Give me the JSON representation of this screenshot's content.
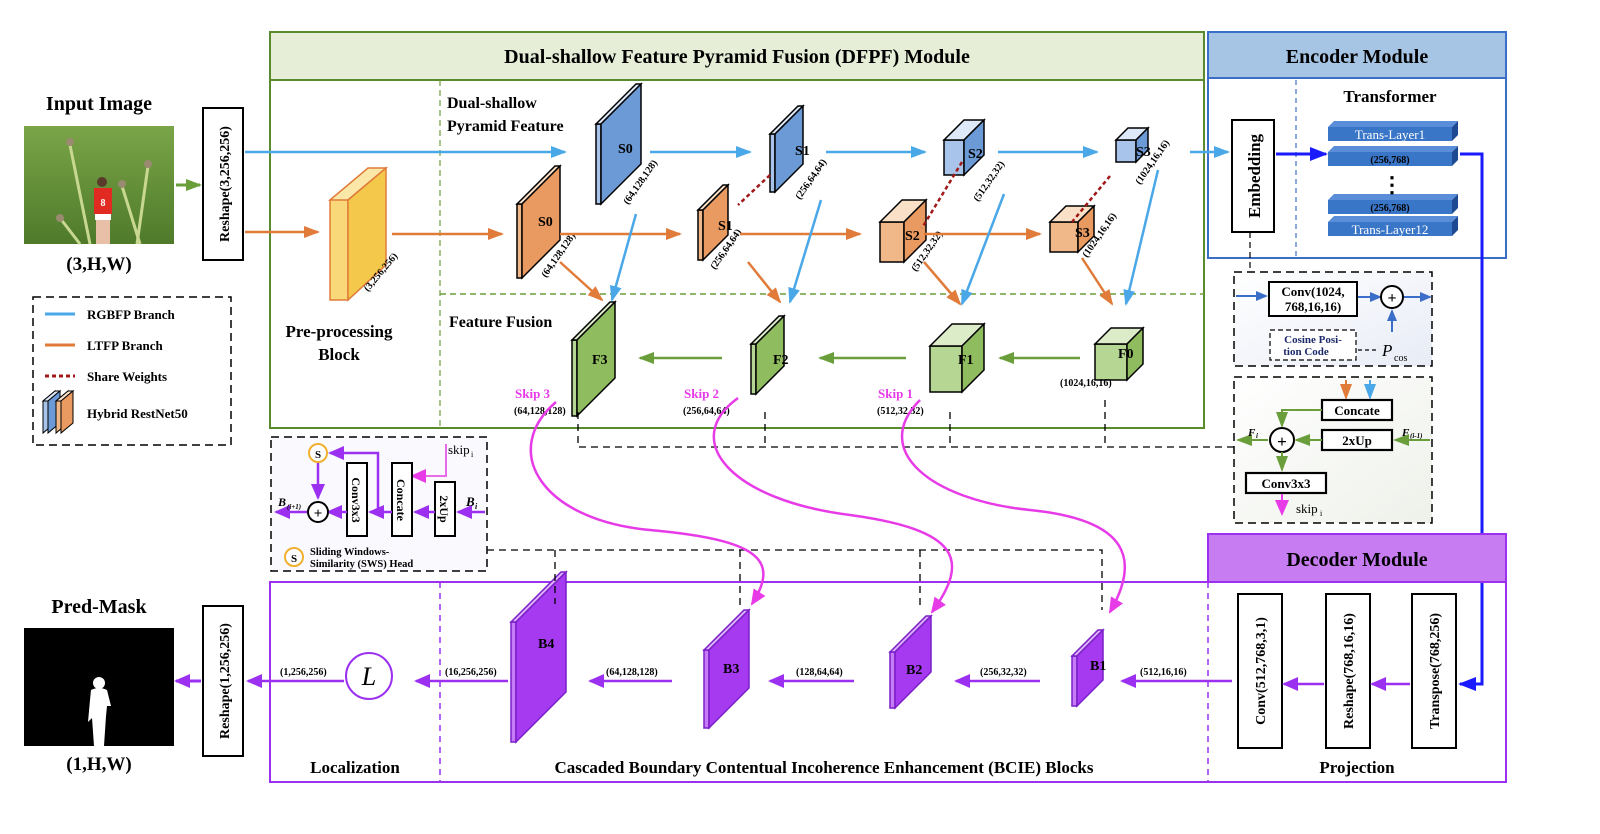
{
  "input": {
    "title": "Input Image",
    "shape": "(3,H,W)",
    "reshape": "Reshape(3,256,256)"
  },
  "output": {
    "title": "Pred-Mask",
    "shape": "(1,H,W)",
    "reshape": "Reshape(1,256,256)"
  },
  "legend": {
    "items": [
      {
        "label": "RGBFP Branch",
        "color": "#4aa8e8"
      },
      {
        "label": "LTFP Branch",
        "color": "#e07b39"
      },
      {
        "label": "Share Weights",
        "color": "#a01818"
      },
      {
        "label": "Hybrid RestNet50"
      }
    ]
  },
  "dfpf": {
    "title": "Dual-shallow Feature Pyramid  Fusion (DFPF) Module",
    "preprocess_label_1": "Pre-processing",
    "preprocess_label_2": "Block",
    "preprocess_dim": "(3,256,256)",
    "pyramid_label_1": "Dual-shallow",
    "pyramid_label_2": "Pyramid Feature",
    "fusion_label": "Feature Fusion",
    "rgb_blocks": [
      {
        "label": "S0",
        "dim": "(64,128,128)"
      },
      {
        "label": "S1",
        "dim": "(256,64,64)"
      },
      {
        "label": "S2",
        "dim": "(512,32,32)"
      },
      {
        "label": "S3",
        "dim": "(1024,16,16)"
      }
    ],
    "lt_blocks": [
      {
        "label": "S0",
        "dim": "(64,128,128)"
      },
      {
        "label": "S1",
        "dim": "(256,64,64)"
      },
      {
        "label": "S2",
        "dim": "(512,32,32)"
      },
      {
        "label": "S3",
        "dim": "(1024,16,16)"
      }
    ],
    "fusion_blocks": [
      {
        "label": "F3",
        "skip": "Skip 3",
        "dim": "(64,128,128)"
      },
      {
        "label": "F2",
        "skip": "Skip 2",
        "dim": "(256,64,64)"
      },
      {
        "label": "F1",
        "skip": "Skip 1",
        "dim": "(512,32,32)"
      },
      {
        "label": "F0",
        "skip": "",
        "dim": "(1024,16,16)"
      }
    ]
  },
  "encoder": {
    "title": "Encoder Module",
    "embedding": "Embedding",
    "transformer": "Transformer",
    "layers": [
      "Trans-Layer1",
      "(256,768)",
      "(256,768)",
      "Trans-Layer12"
    ],
    "ellipsis": "⋮"
  },
  "embedding_detail": {
    "conv_1": "Conv(1024,",
    "conv_2": "768,16,16)",
    "plus": "+",
    "cosine_1": "Cosine Posi-",
    "cosine_2": "tion Code",
    "pcos_p": "P",
    "pcos_sub": "cos"
  },
  "fusion_detail": {
    "concate": "Concate",
    "up": "2xUp",
    "conv": "Conv3x3",
    "fi": "F",
    "fi_sub": "i",
    "fi1": "F",
    "fi1_sub": "(i-1)",
    "skip": "skip",
    "skip_sub": "i",
    "plus": "+"
  },
  "bcie_detail": {
    "s": "S",
    "skip": "skip",
    "skip_sub": "i",
    "conv": "Conv3x3",
    "concate": "Concate",
    "up": "2xUp",
    "bout": "B",
    "bout_sub": "(i+1)",
    "bin": "B",
    "bin_sub": "i",
    "plus": "+",
    "sws_1": "Sliding Windows-",
    "sws_2": "Similarity (SWS) Head"
  },
  "decoder": {
    "title": "Decoder Module",
    "projection": [
      "Conv(512,768,3,1)",
      "Reshape(768,16,16)",
      "Transpose(768,256)"
    ],
    "projection_label": "Projection",
    "bcie_label": "Cascaded Boundary Contentual Incoherence Enhancement (BCIE) Blocks",
    "localization_label": "Localization",
    "loc_symbol": "L",
    "blocks": [
      "B4",
      "B3",
      "B2",
      "B1"
    ],
    "dims": [
      "(1,256,256)",
      "(16,256,256)",
      "(64,128,128)",
      "(128,64,64)",
      "(256,32,32)",
      "(512,16,16)"
    ]
  },
  "colors": {
    "rgb": "#4aa8e8",
    "lt": "#e07b39",
    "fusion": "#6a9e3a",
    "skip": "#e83be8",
    "decoder": "#9b30f0",
    "encoder_blue": "#1a1aff",
    "dfpf_border": "#5a8a2e"
  }
}
